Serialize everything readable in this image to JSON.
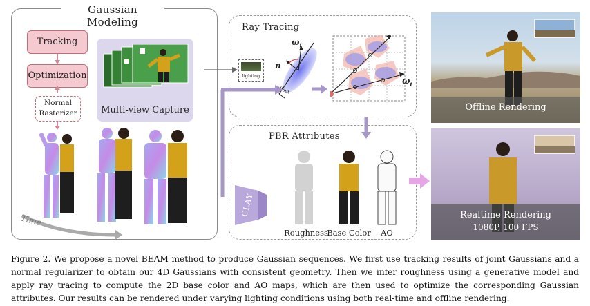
{
  "gaussian_modeling": {
    "title": "Gaussian Modeling",
    "tracking": "Tracking",
    "optimization": "Optimization",
    "normal_rasterizer_line1": "Normal",
    "normal_rasterizer_line2": "Rasterizer",
    "multiview_capture": "Multi-view Capture",
    "time": "Time"
  },
  "ray_tracing": {
    "title": "Ray Tracing",
    "lighting": "lighting",
    "normal_symbol": "n",
    "incident_symbol": "ω",
    "incident_sub": "i",
    "offset_label": "offset"
  },
  "pbr": {
    "title": "PBR Attributes",
    "clay": "CLAY",
    "roughness": "Roughness",
    "base_color": "Base Color",
    "ao": "AO"
  },
  "renders": {
    "offline": "Offline Rendering",
    "realtime_line1": "Realtime Rendering",
    "realtime_line2": "1080P, 100 FPS"
  },
  "caption": "Figure 2. We propose a novel BEAM method to produce Gaussian sequences. We first use tracking results of joint Gaussians and a normal regularizer to obtain our 4D Gaussians with consistent geometry. Then we infer roughness using a generative model and apply ray tracing to compute the 2D base color and AO maps, which are then used to optimize the corresponding Gaussian attributes. Our results can be rendered under varying lighting conditions using both real-time and offline rendering.",
  "colors": {
    "pink_box": "#f4c9cf",
    "pink_border": "#c96a78",
    "purple_accent": "#a797c9",
    "dash_border": "#9a9a9a"
  }
}
